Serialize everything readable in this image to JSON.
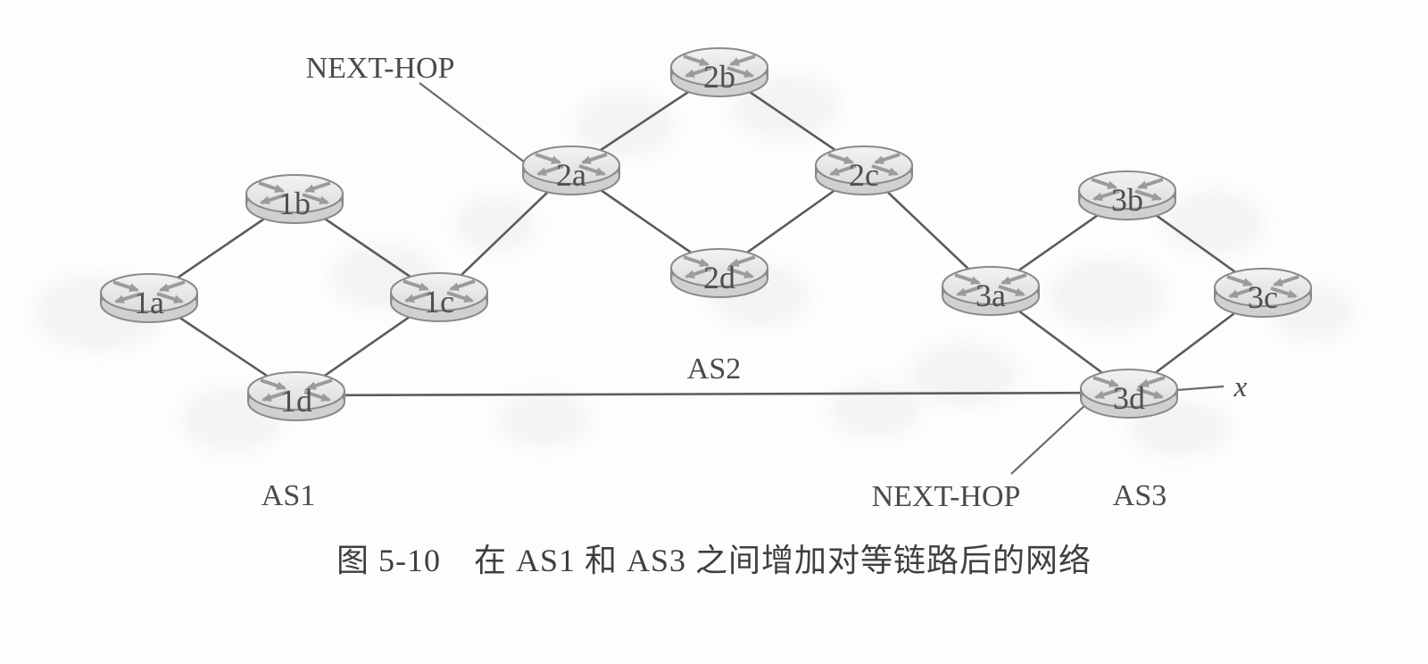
{
  "figure": {
    "caption": "图 5-10　在 AS1 和 AS3 之间增加对等链路后的网络",
    "as_labels": {
      "as1": "AS1",
      "as2": "AS2",
      "as3": "AS3"
    },
    "annotations": {
      "next_hop_top": "NEXT-HOP",
      "next_hop_bottom": "NEXT-HOP",
      "x_label": "x"
    },
    "routers": [
      {
        "id": "1a",
        "label": "1a",
        "as": "AS1"
      },
      {
        "id": "1b",
        "label": "1b",
        "as": "AS1"
      },
      {
        "id": "1c",
        "label": "1c",
        "as": "AS1"
      },
      {
        "id": "1d",
        "label": "1d",
        "as": "AS1"
      },
      {
        "id": "2a",
        "label": "2a",
        "as": "AS2"
      },
      {
        "id": "2b",
        "label": "2b",
        "as": "AS2"
      },
      {
        "id": "2c",
        "label": "2c",
        "as": "AS2"
      },
      {
        "id": "2d",
        "label": "2d",
        "as": "AS2"
      },
      {
        "id": "3a",
        "label": "3a",
        "as": "AS3"
      },
      {
        "id": "3b",
        "label": "3b",
        "as": "AS3"
      },
      {
        "id": "3c",
        "label": "3c",
        "as": "AS3"
      },
      {
        "id": "3d",
        "label": "3d",
        "as": "AS3"
      }
    ],
    "links": [
      "1a-1b",
      "1b-1c",
      "1a-1d",
      "1d-1c",
      "1c-2a",
      "2a-2b",
      "2b-2c",
      "2a-2d",
      "2d-2c",
      "2c-3a",
      "3a-3b",
      "3b-3c",
      "3a-3d",
      "3d-3c",
      "1d-3d"
    ],
    "peering_link": "1d-3d",
    "colors": {
      "link_line": "#5c5c5c",
      "router_top": "#ececec",
      "router_side": "#d0d0d0",
      "router_stroke": "#8a8a8a",
      "arrow": "#9b9b9b",
      "text": "#4a4a4a"
    }
  }
}
